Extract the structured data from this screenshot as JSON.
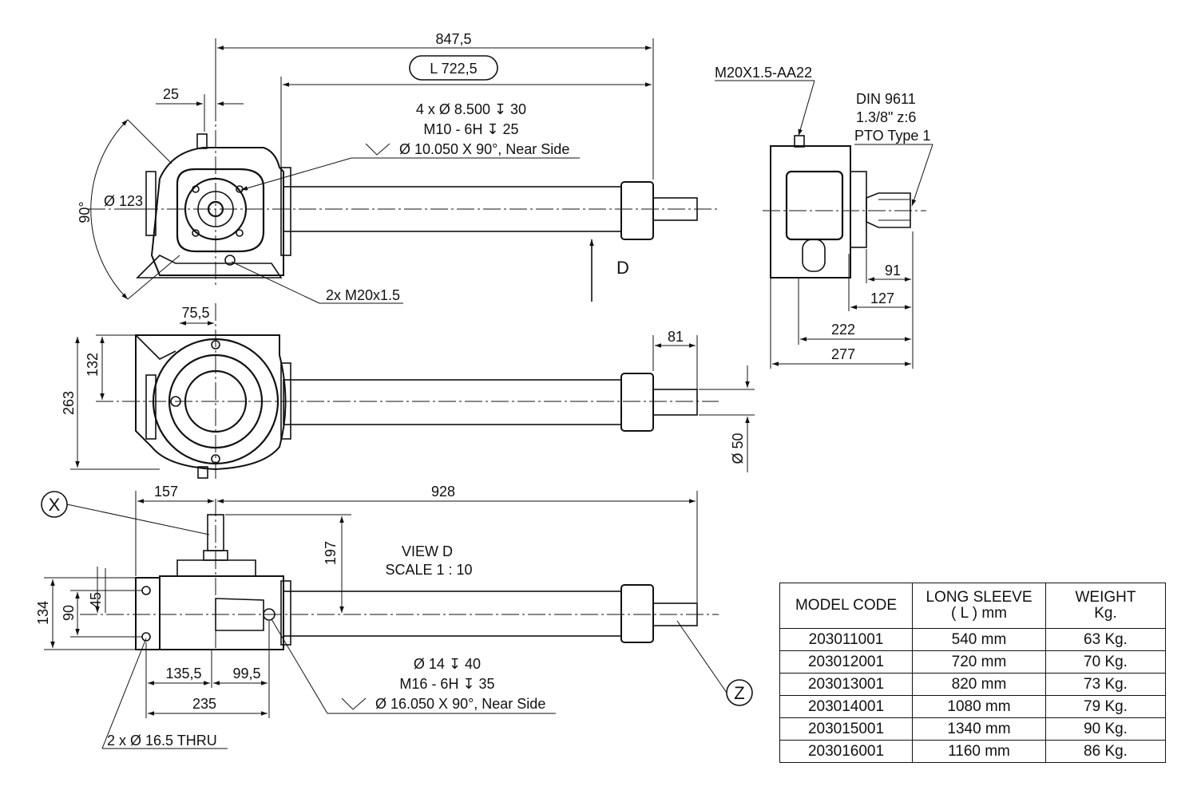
{
  "dimensions": {
    "overall_length": "847,5",
    "sleeve_length": "L 722,5",
    "offset_25": "25",
    "bolt_circle_dia": "Ø 123",
    "angle_90": "90°",
    "dim_75_5": "75,5",
    "dim_132": "132",
    "dim_263": "263",
    "dim_81": "81",
    "shaft_dia": "Ø 50",
    "dim_157": "157",
    "dim_928": "928",
    "dim_197": "197",
    "dim_134": "134",
    "dim_90": "90",
    "dim_45": "45",
    "dim_135_5": "135,5",
    "dim_99_5": "99,5",
    "dim_235": "235",
    "dim_91": "91",
    "dim_127": "127",
    "dim_222": "222",
    "dim_277": "277"
  },
  "callouts": {
    "holes_top_1": "4 x Ø 8.500 ↧ 30",
    "holes_top_2": "M10 - 6H ↧ 25",
    "holes_top_3": "Ø 10.050 X 90°, Near Side",
    "drain_plugs": "2x M20x1.5",
    "fill_plug": "M20X1.5-AA22",
    "pto_1": "DIN 9611",
    "pto_2": "1.3/8\" z:6",
    "pto_3": "PTO Type 1",
    "holes_bottom_1": "Ø 14 ↧ 40",
    "holes_bottom_2": "M16 - 6H ↧ 35",
    "holes_bottom_3": "Ø 16.050 X 90°, Near Side",
    "thru_holes": "2 x Ø 16.5 THRU",
    "view_arrow": "D",
    "view_title": "VIEW D",
    "view_scale": "SCALE 1 : 10",
    "marker_x": "X",
    "marker_z": "Z"
  },
  "table": {
    "headers": [
      [
        "MODEL CODE"
      ],
      [
        "LONG SLEEVE",
        "( L ) mm"
      ],
      [
        "WEIGHT",
        "Kg."
      ]
    ],
    "rows": [
      [
        "203011001",
        "540 mm",
        "63 Kg."
      ],
      [
        "203012001",
        "720 mm",
        "70 Kg."
      ],
      [
        "203013001",
        "820 mm",
        "73 Kg."
      ],
      [
        "203014001",
        "1080 mm",
        "79 Kg."
      ],
      [
        "203015001",
        "1340 mm",
        "90 Kg."
      ],
      [
        "203016001",
        "1160 mm",
        "86 Kg."
      ]
    ]
  }
}
